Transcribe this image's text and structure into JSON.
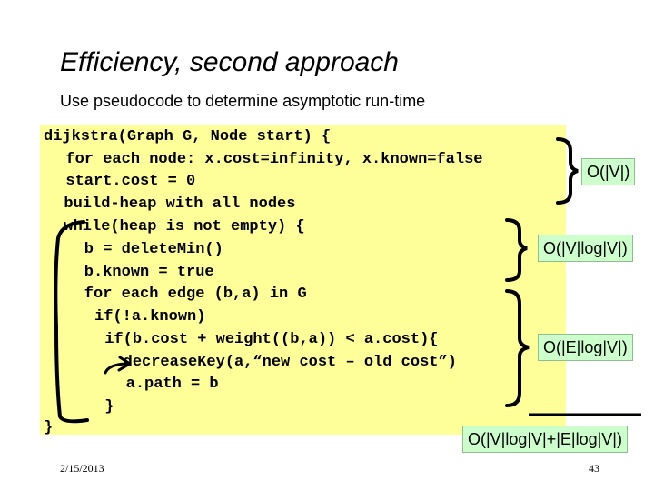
{
  "slide": {
    "title": "Efficiency, second approach",
    "subtitle": "Use pseudocode to determine asymptotic run-time",
    "date": "2/15/2013",
    "page_number": "43"
  },
  "code": {
    "lines": [
      "dijkstra(Graph G, Node start) {",
      "  for each node: x.cost=infinity, x.known=false",
      "  start.cost = 0",
      "  build-heap with all nodes",
      "  while(heap is not empty) {",
      "    b = deleteMin()",
      "    b.known = true",
      "    for each edge (b,a) in G",
      "     if(!a.known)",
      "      if(b.cost + weight((b,a)) < a.cost){",
      "        decreaseKey(a,“new cost – old cost”)",
      "        a.path = b",
      "      }",
      "}"
    ]
  },
  "annotations": {
    "init_cost": "O(|V|)",
    "loop_cost": "O(|V|log|V|)",
    "edge_cost": "O(|E|log|V|)",
    "total_cost": "O(|V|log|V|+|E|log|V|)"
  },
  "colors": {
    "code_background": "#ffff99",
    "label_background": "#ccffcc"
  }
}
